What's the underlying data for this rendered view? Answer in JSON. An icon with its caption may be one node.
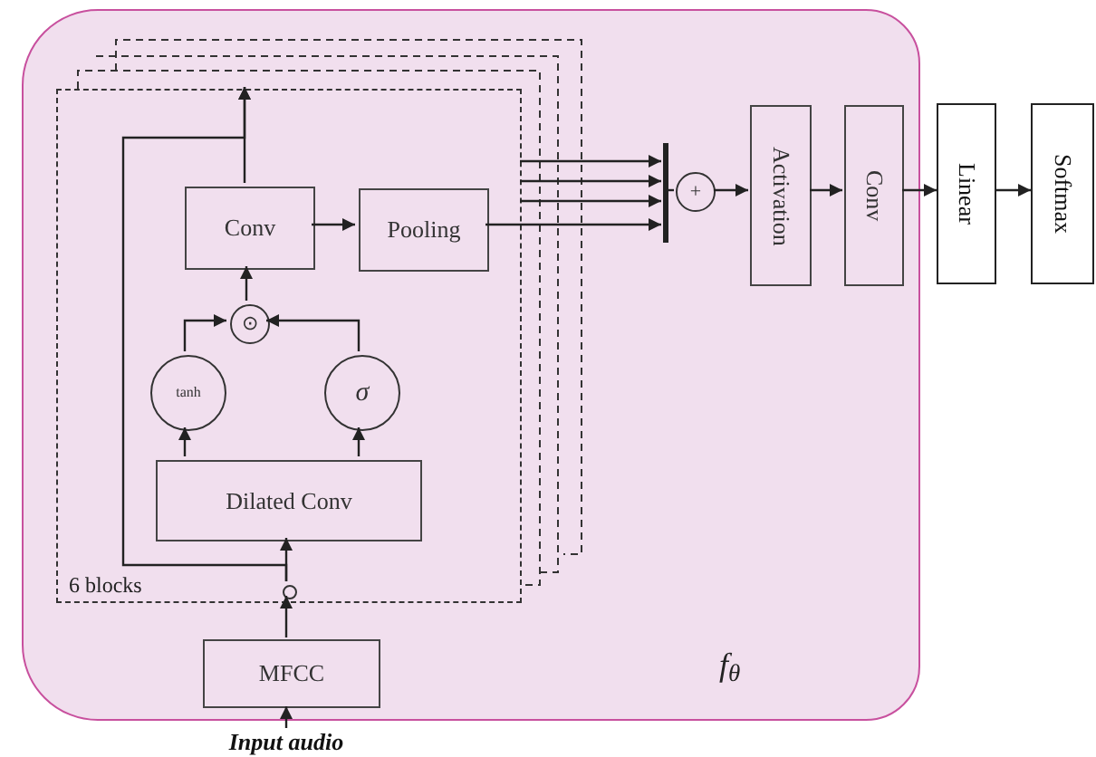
{
  "diagram": {
    "nodes": [
      {
        "text": [
          "f$_{θ}$"
        ]
      },
      {
        "text": [
          "6 blocks"
        ],
        "in": 0
      },
      {
        "text": [
          "Conv"
        ],
        "in": 1
      },
      {
        "text": [
          "Pooling"
        ],
        "in": 1
      },
      {
        "text": [
          "⊙"
        ],
        "in": 1
      },
      {
        "text": [
          "tanh"
        ],
        "in": 1
      },
      {
        "text": [
          "σ"
        ],
        "in": 1
      },
      {
        "text": [
          "Dilated Conv"
        ],
        "in": 1
      },
      {
        "text": [],
        "shape": "circle",
        "in": 1
      },
      {
        "text": [
          "MFCC"
        ],
        "in": 0
      },
      {
        "text": [
          "Input audio"
        ]
      },
      {
        "text": [],
        "shape": "bar",
        "in": 0
      },
      {
        "text": [
          "+"
        ],
        "in": 0
      },
      {
        "text": [
          "Activation"
        ],
        "in": 0
      },
      {
        "text": [
          "Conv"
        ],
        "in": 0
      },
      {
        "text": [
          "Linear"
        ]
      },
      {
        "text": [
          "Softmax"
        ]
      }
    ],
    "edges": [
      {
        "from": 10,
        "to": 9,
        "arrow": "to"
      },
      {
        "from": 9,
        "to": 8,
        "arrow": "to"
      },
      {
        "from": 8,
        "to": 7,
        "arrow": "to"
      },
      {
        "from": 8,
        "to": 1,
        "arrow": "to"
      },
      {
        "from": 7,
        "to": 5,
        "arrow": "to"
      },
      {
        "from": 7,
        "to": 6,
        "arrow": "to"
      },
      {
        "from": 5,
        "to": 4,
        "arrow": "to"
      },
      {
        "from": 6,
        "to": 4,
        "arrow": "to"
      },
      {
        "from": 4,
        "to": 2,
        "arrow": "to"
      },
      {
        "from": 2,
        "to": 3,
        "arrow": "to"
      },
      {
        "from": 2,
        "to": 1,
        "arrow": "to"
      },
      {
        "from": 1,
        "to": 11,
        "arrow": "to"
      },
      {
        "from": 1,
        "to": 11,
        "arrow": "to"
      },
      {
        "from": 1,
        "to": 11,
        "arrow": "to"
      },
      {
        "from": 3,
        "to": 11,
        "arrow": "to"
      },
      {
        "from": 11,
        "to": 12,
        "arrow": "none"
      },
      {
        "from": 12,
        "to": 13,
        "arrow": "to"
      },
      {
        "from": 13,
        "to": 14,
        "arrow": "to"
      },
      {
        "from": 14,
        "to": 15,
        "arrow": "to"
      },
      {
        "from": 15,
        "to": 16,
        "arrow": "to"
      }
    ]
  }
}
